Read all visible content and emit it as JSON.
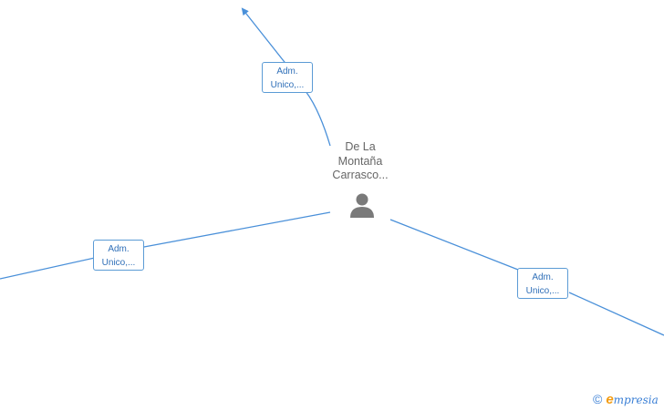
{
  "center_node": {
    "name_lines": [
      "De La",
      "Montaña",
      "Carrasco..."
    ],
    "icon": "person-icon"
  },
  "role_boxes": [
    {
      "line1": "Adm.",
      "line2": "Unico,..."
    },
    {
      "line1": "Adm.",
      "line2": "Unico,..."
    },
    {
      "line1": "Adm.",
      "line2": "Unico,..."
    }
  ],
  "brand": {
    "copyright_symbol": "©",
    "logo_e": "e",
    "logo_rest": "mpresia"
  },
  "colors": {
    "edge": "#4a90d9",
    "box_border": "#5b9bd5",
    "box_text": "#2f6fb8",
    "name_text": "#666666",
    "logo_accent": "#f39c12"
  }
}
